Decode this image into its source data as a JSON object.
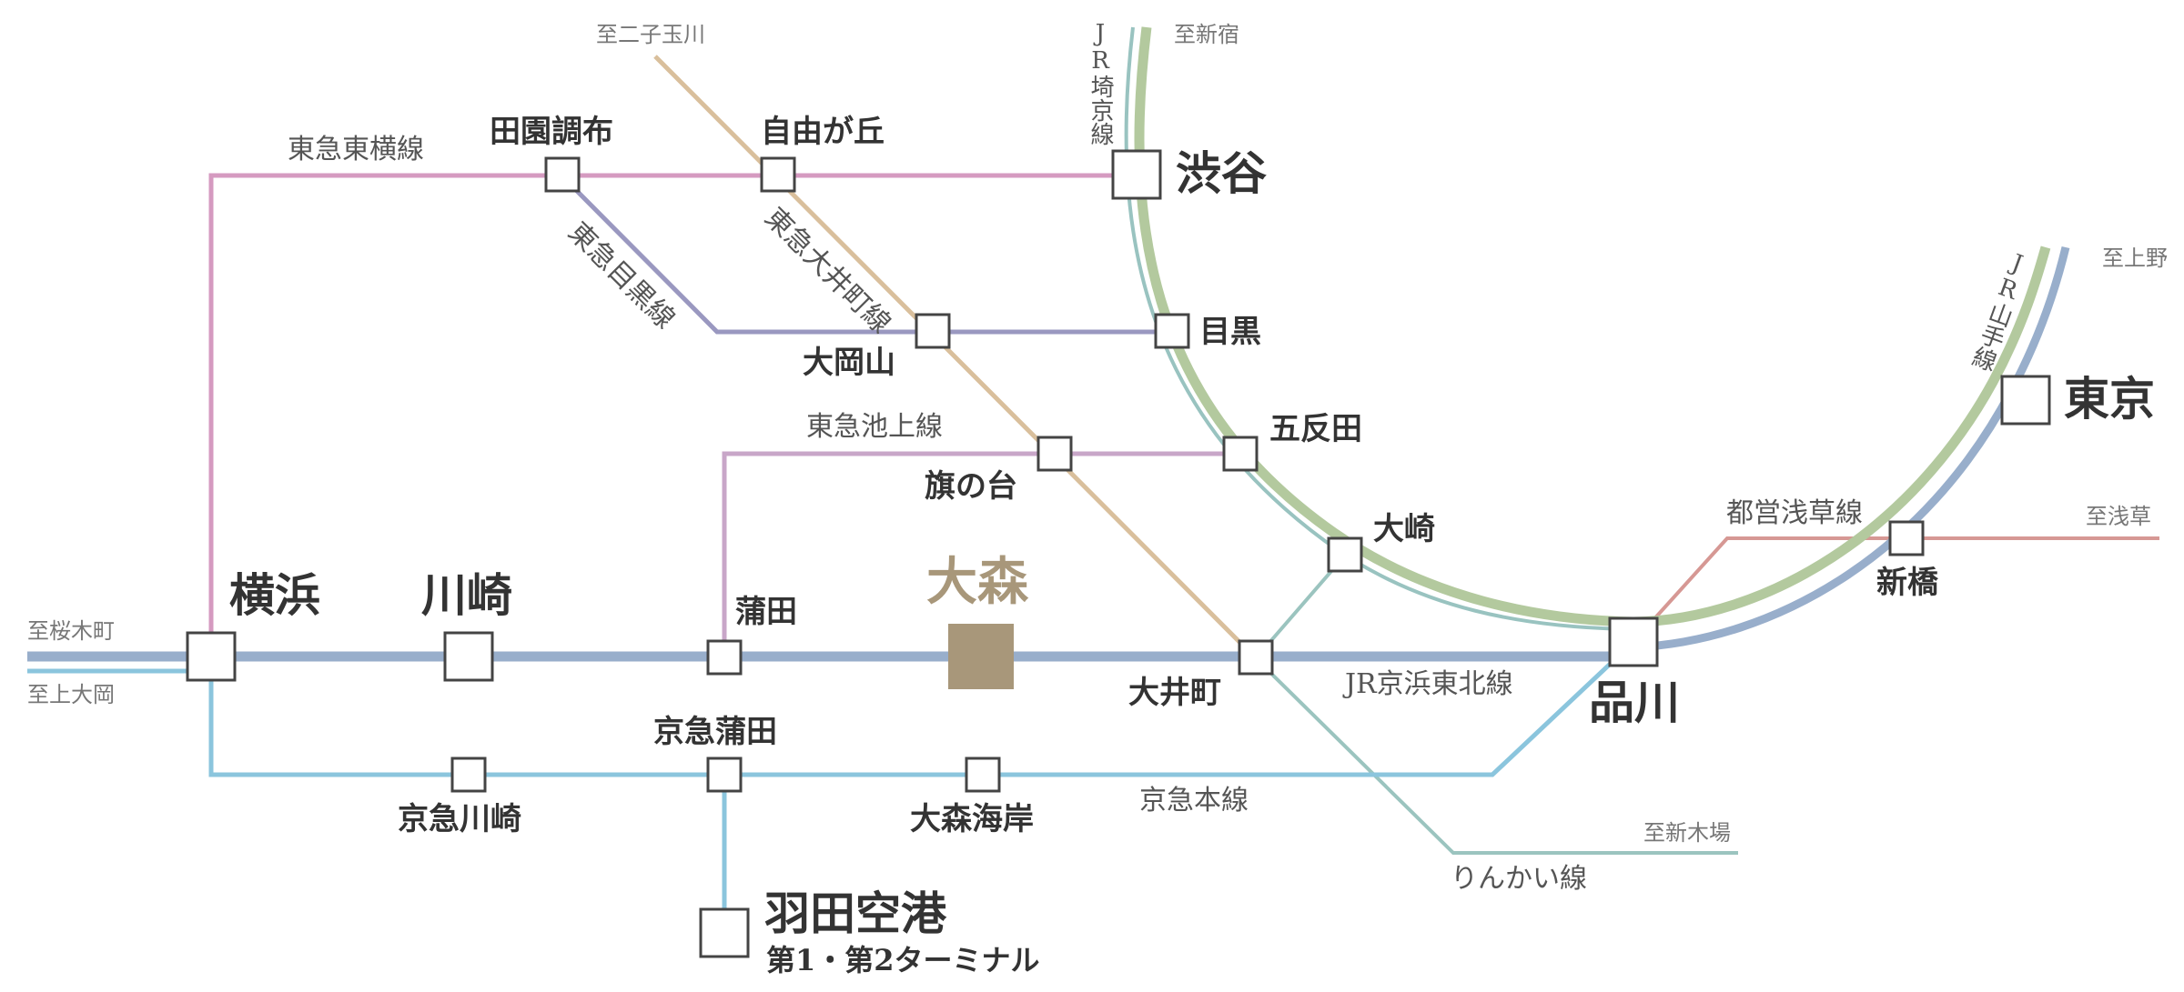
{
  "colors": {
    "tokyu_toyoko": "#d59ac0",
    "tokyu_meguro": "#9a98c0",
    "tokyu_oimachi": "#d9bf9c",
    "tokyu_ikegami": "#c8a6c8",
    "jr_keihin_tohoku": "#98aecb",
    "keikyu": "#8bc5dd",
    "jr_yamanote_green": "#b3c99e",
    "jr_saikyo": "#99c3c0",
    "rinkai": "#9bc4bf",
    "toei_asakusa": "#d69894",
    "highlight": "#a8977a",
    "station_border": "#444444"
  },
  "stations": {
    "denenchofu": "田園調布",
    "jiyugaoka": "自由が丘",
    "shibuya": "渋谷",
    "meguro": "目黒",
    "ookayama": "大岡山",
    "gotanda": "五反田",
    "hatanodai": "旗の台",
    "osaki": "大崎",
    "yokohama": "横浜",
    "kawasaki": "川崎",
    "kamata": "蒲田",
    "omori": "大森",
    "oimachi": "大井町",
    "shinagawa": "品川",
    "shimbashi": "新橋",
    "tokyo": "東京",
    "keikyu_kawasaki": "京急川崎",
    "keikyu_kamata": "京急蒲田",
    "omorikaigan": "大森海岸",
    "haneda": "羽田空港",
    "haneda_sub": "第1・第2ターミナル"
  },
  "lines": {
    "toyoko": "東急東横線",
    "meguro_line": "東急目黒線",
    "oimachi_line": "東急大井町線",
    "ikegami": "東急池上線",
    "keihin_tohoku": "JR京浜東北線",
    "keikyu_main": "京急本線",
    "rinkai": "りんかい線",
    "asakusa": "都営浅草線",
    "saikyo": "JR埼京線",
    "yamanote": "JR山手線"
  },
  "destinations": {
    "futakotamagawa": "至二子玉川",
    "shinjuku": "至新宿",
    "ueno": "至上野",
    "asakusa": "至浅草",
    "sakuragicho": "至桜木町",
    "kamiooka": "至上大岡",
    "shinkiba": "至新木場"
  }
}
